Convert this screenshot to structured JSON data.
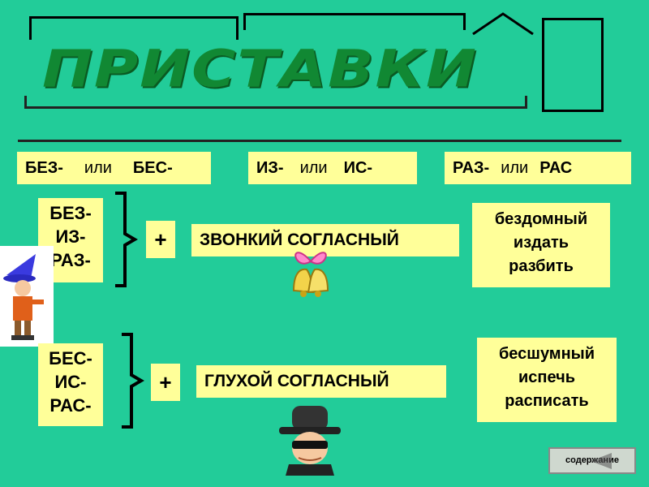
{
  "title": "ПРИСТАВКИ",
  "pairs": [
    {
      "a": "БЕЗ-",
      "or": "или",
      "b": "БЕС-"
    },
    {
      "a": "ИЗ-",
      "or": "или",
      "b": "ИС-"
    },
    {
      "a": "РАЗ-",
      "or": "или",
      "b": "РАС"
    }
  ],
  "rule_voiced": {
    "prefixes": [
      "БЕЗ-",
      "ИЗ-",
      "РАЗ-"
    ],
    "plus": "+",
    "consonant": "ЗВОНКИЙ СОГЛАСНЫЙ",
    "examples": [
      "бездомный",
      "издать",
      "разбить"
    ]
  },
  "rule_voiceless": {
    "prefixes": [
      "БЕС-",
      "ИС-",
      "РАС-"
    ],
    "plus": "+",
    "consonant": "ГЛУХОЙ СОГЛАСНЫЙ",
    "examples": [
      "бесшумный",
      "испечь",
      "расписать"
    ]
  },
  "nav": {
    "contents_label": "содержание"
  },
  "icons": [
    "bells-icon",
    "wizard-character-icon",
    "spy-character-icon",
    "arrow-left-icon"
  ],
  "colors": {
    "background": "#22CC99",
    "box": "#FFFF99",
    "title": "#118833"
  }
}
